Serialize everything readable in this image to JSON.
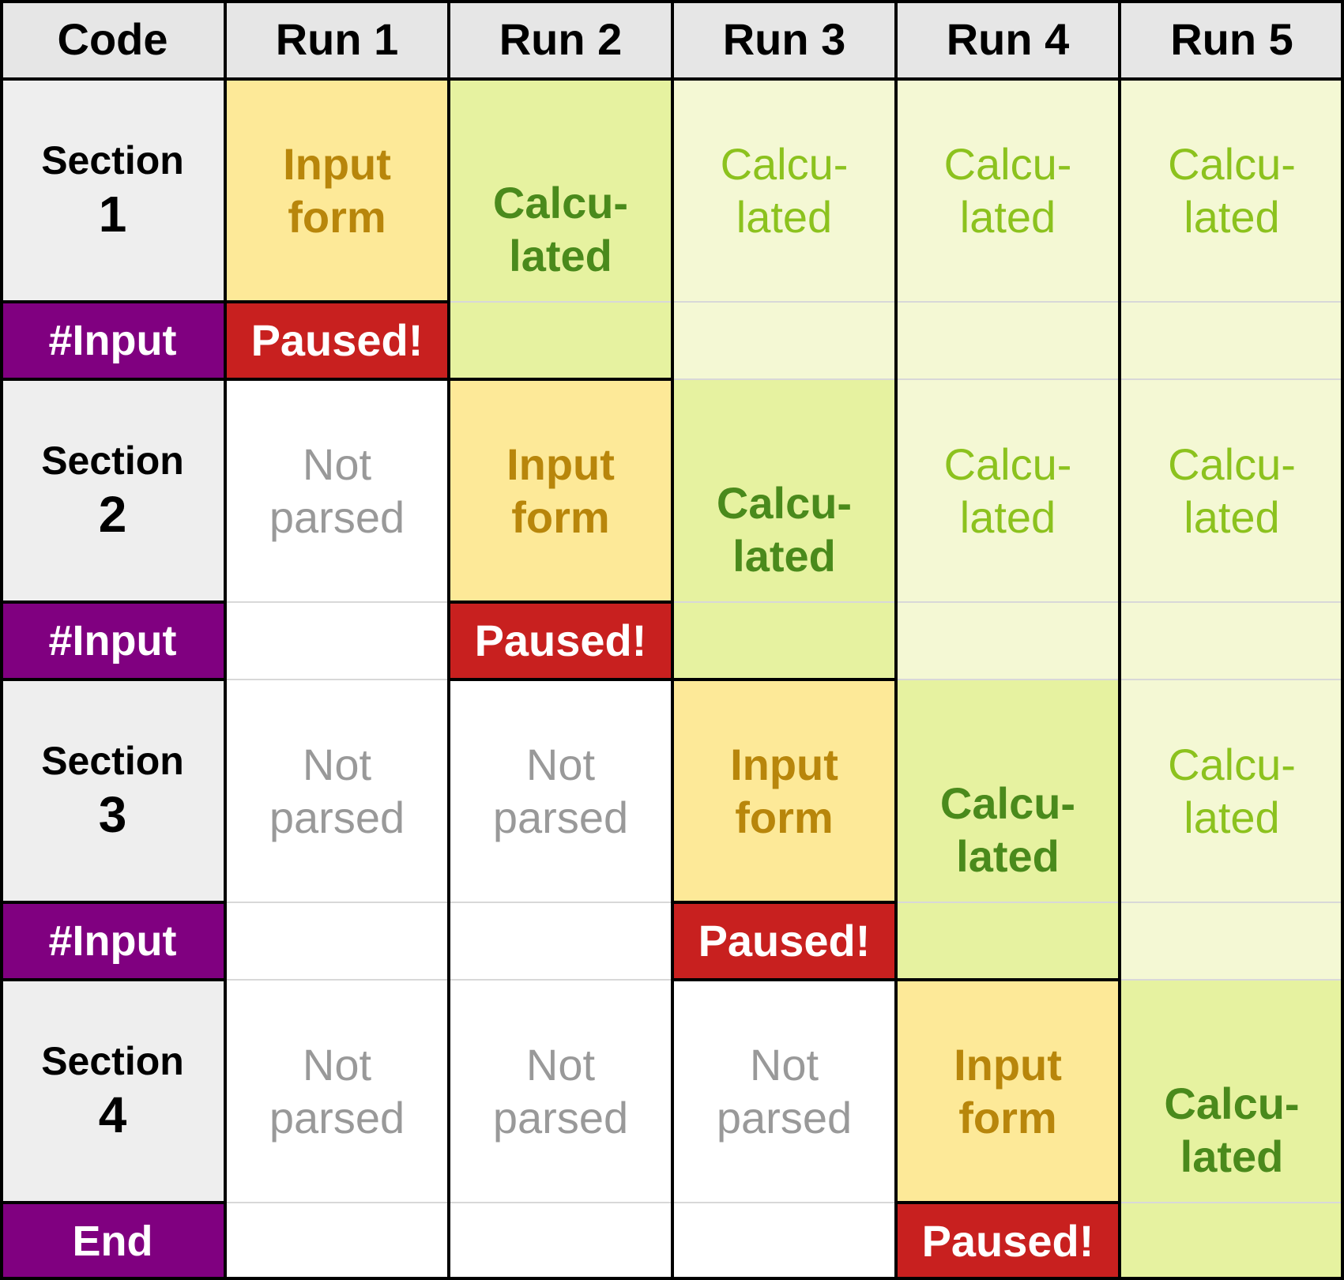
{
  "header": {
    "code": "Code",
    "runs": [
      "Run 1",
      "Run 2",
      "Run 3",
      "Run 4",
      "Run 5"
    ]
  },
  "sections": [
    {
      "label": "Section",
      "num": "1",
      "marker": "#Input"
    },
    {
      "label": "Section",
      "num": "2",
      "marker": "#Input"
    },
    {
      "label": "Section",
      "num": "3",
      "marker": "#Input"
    },
    {
      "label": "Section",
      "num": "4",
      "marker": "End"
    }
  ],
  "states": {
    "input_form": "Input\nform",
    "calculated": "Calcu-\nlated",
    "not_parsed": "Not\nparsed",
    "paused": "Paused!"
  },
  "colors": {
    "header_bg": "#e6e6e6",
    "section_bg": "#eeeeee",
    "marker_bg": "#800080",
    "input_bg": "#fde998",
    "input_text": "#b8860b",
    "calculated_bg": "#e6f2a0",
    "calculated_text": "#4a8a1c",
    "calculated_prev_bg": "#f4f8d4",
    "calculated_prev_text": "#8cc21e",
    "not_parsed_text": "#999999",
    "paused_bg": "#c8201f"
  }
}
